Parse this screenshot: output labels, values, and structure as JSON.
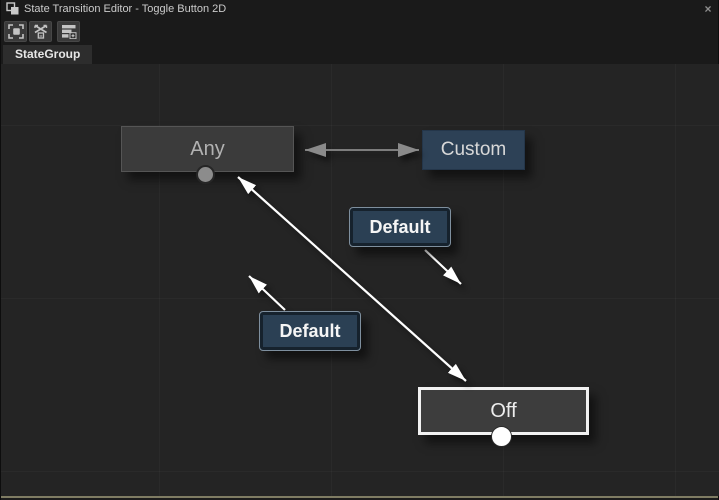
{
  "window": {
    "title": "State Transition Editor - Toggle Button 2D",
    "close_glyph": "×"
  },
  "toolbar": {
    "icons": [
      {
        "name": "fit-to-view-icon"
      },
      {
        "name": "auto-arrange-icon"
      },
      {
        "name": "add-state-icon"
      }
    ]
  },
  "tabs": [
    {
      "label": "StateGroup",
      "active": true
    }
  ],
  "graph": {
    "nodes": [
      {
        "id": "any",
        "label": "Any"
      },
      {
        "id": "custom",
        "label": "Custom"
      },
      {
        "id": "off",
        "label": "Off"
      }
    ],
    "transition_labels": [
      {
        "label": "Default"
      },
      {
        "label": "Default"
      }
    ],
    "colors": {
      "custom_node_fill": "#2d4156",
      "default_badge_fill": "#2b4054",
      "default_badge_border": "#7e8f9e",
      "gray_node_fill": "#3b3b3b",
      "off_border": "#f2f2f2",
      "arrow_white": "#ffffff",
      "arrow_gray": "#8a8a8a"
    }
  }
}
